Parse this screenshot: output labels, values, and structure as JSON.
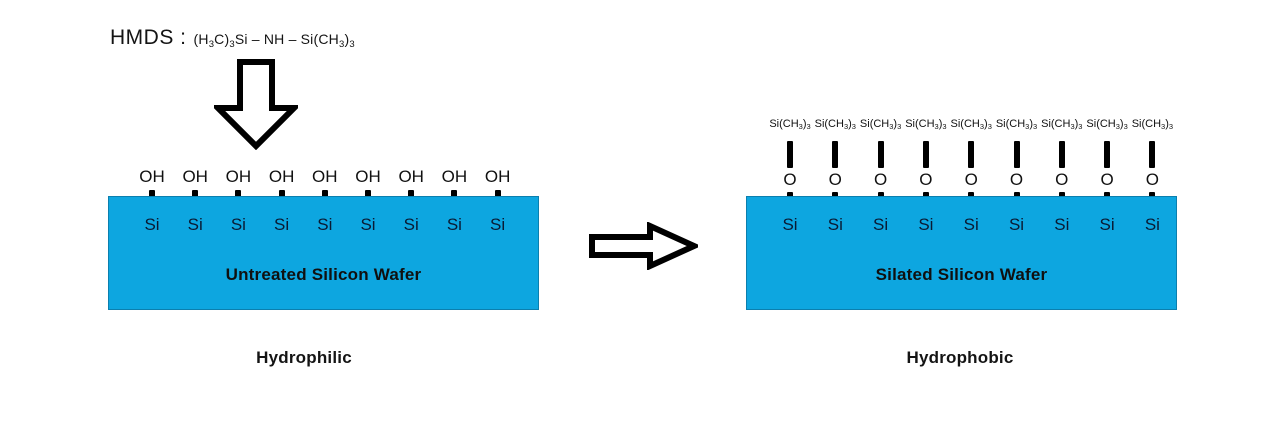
{
  "diagram": {
    "reagent": {
      "name": "HMDS :",
      "formula_html": "(H3C)3Si – NH – Si(CH3)3",
      "formula_parts": [
        {
          "text": "(H",
          "sub": false
        },
        {
          "text": "3",
          "sub": true
        },
        {
          "text": "C)",
          "sub": false
        },
        {
          "text": "3",
          "sub": true
        },
        {
          "text": "Si – NH – Si(CH",
          "sub": false
        },
        {
          "text": "3",
          "sub": true
        },
        {
          "text": ")",
          "sub": false
        },
        {
          "text": "3",
          "sub": true
        }
      ]
    },
    "arrows": [
      {
        "name": "down-arrow",
        "direction": "down"
      },
      {
        "name": "right-arrow",
        "direction": "right"
      }
    ],
    "colors": {
      "wafer_blue": "#0DA6E0",
      "wafer_border": "#0b7fae",
      "text_black": "#111111",
      "background": "#ffffff"
    },
    "left_wafer": {
      "label": "Untreated Silicon Wafer",
      "caption": "Hydrophilic",
      "surface_group": "OH",
      "substrate_atom": "Si",
      "site_count": 9
    },
    "right_wafer": {
      "label": "Silated Silicon Wafer",
      "caption": "Hydrophobic",
      "cap_group_parts": [
        {
          "text": "Si(CH",
          "sub": false
        },
        {
          "text": "3",
          "sub": true
        },
        {
          "text": ")",
          "sub": false
        },
        {
          "text": "3",
          "sub": true
        }
      ],
      "cap_group": "Si(CH3)3",
      "bridge_atom": "O",
      "substrate_atom": "Si",
      "site_count": 9
    }
  }
}
